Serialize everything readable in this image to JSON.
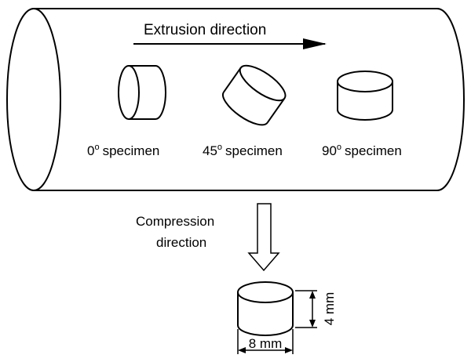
{
  "diagram": {
    "extrusion_label": "Extrusion direction",
    "specimens": [
      {
        "angle": "0",
        "degree_symbol": "o",
        "word": "specimen"
      },
      {
        "angle": "45",
        "degree_symbol": "o",
        "word": "specimen"
      },
      {
        "angle": "90",
        "degree_symbol": "o",
        "word": "specimen"
      }
    ],
    "compression_label_line1": "Compression",
    "compression_label_line2": "direction",
    "height_label": "4 mm",
    "diameter_label": "8 mm"
  },
  "colors": {
    "stroke": "#000000",
    "background": "#ffffff"
  }
}
